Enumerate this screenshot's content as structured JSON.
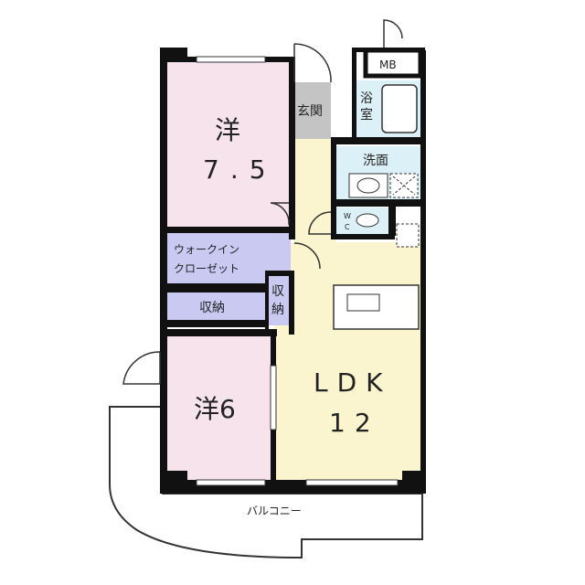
{
  "rooms": {
    "western1": {
      "label": "洋",
      "size": "7.5"
    },
    "western2": {
      "label": "洋6"
    },
    "ldk": {
      "label": "LDK",
      "size": "12"
    },
    "entrance": "玄関",
    "bath": {
      "line1": "浴",
      "line2": "室"
    },
    "washroom": "洗面",
    "wc": {
      "line1": "W",
      "line2": "C"
    },
    "mb": "MB",
    "walkin": {
      "line1": "ウォークイン",
      "line2": "クローゼット"
    },
    "storage1": "収納",
    "storage2": {
      "line1": "収",
      "line2": "納"
    },
    "balcony": "バルコニー"
  },
  "colors": {
    "western": "#f6e3ec",
    "living": "#fbf5cf",
    "wet": "#dcf0f8",
    "closet": "#c9c9f2",
    "entrance": "#c4c4c4",
    "wall": "#111111"
  }
}
